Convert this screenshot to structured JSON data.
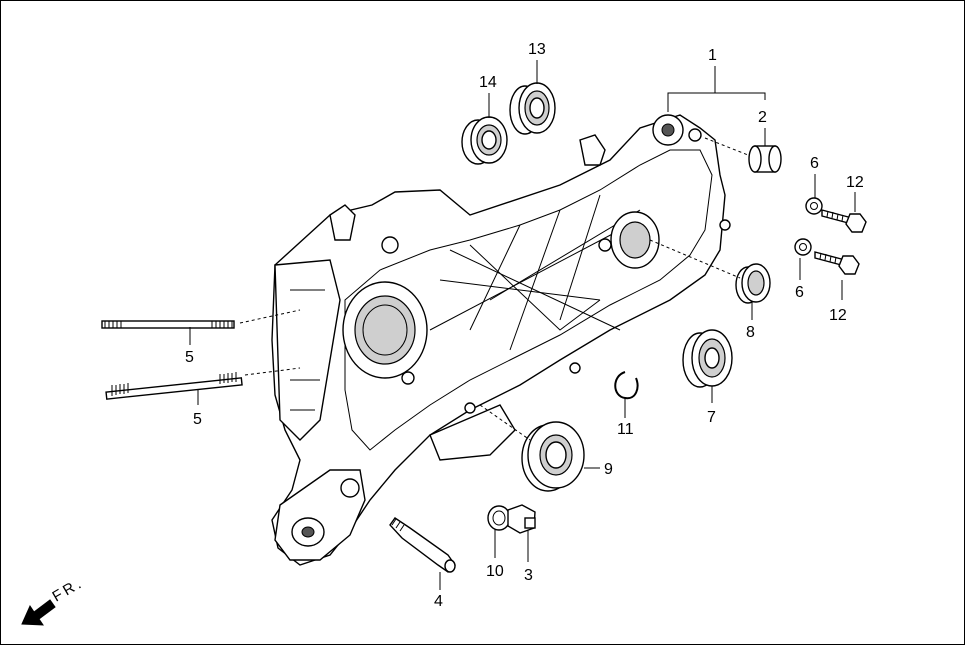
{
  "diagram": {
    "callouts": [
      {
        "id": "c1",
        "label": "1"
      },
      {
        "id": "c2",
        "label": "2"
      },
      {
        "id": "c3",
        "label": "3"
      },
      {
        "id": "c4",
        "label": "4"
      },
      {
        "id": "c5a",
        "label": "5"
      },
      {
        "id": "c5b",
        "label": "5"
      },
      {
        "id": "c6a",
        "label": "6"
      },
      {
        "id": "c6b",
        "label": "6"
      },
      {
        "id": "c7",
        "label": "7"
      },
      {
        "id": "c8",
        "label": "8"
      },
      {
        "id": "c9",
        "label": "9"
      },
      {
        "id": "c10",
        "label": "10"
      },
      {
        "id": "c11",
        "label": "11"
      },
      {
        "id": "c12a",
        "label": "12"
      },
      {
        "id": "c12b",
        "label": "12"
      },
      {
        "id": "c13",
        "label": "13"
      },
      {
        "id": "c14",
        "label": "14"
      }
    ],
    "direction_label": "FR."
  }
}
